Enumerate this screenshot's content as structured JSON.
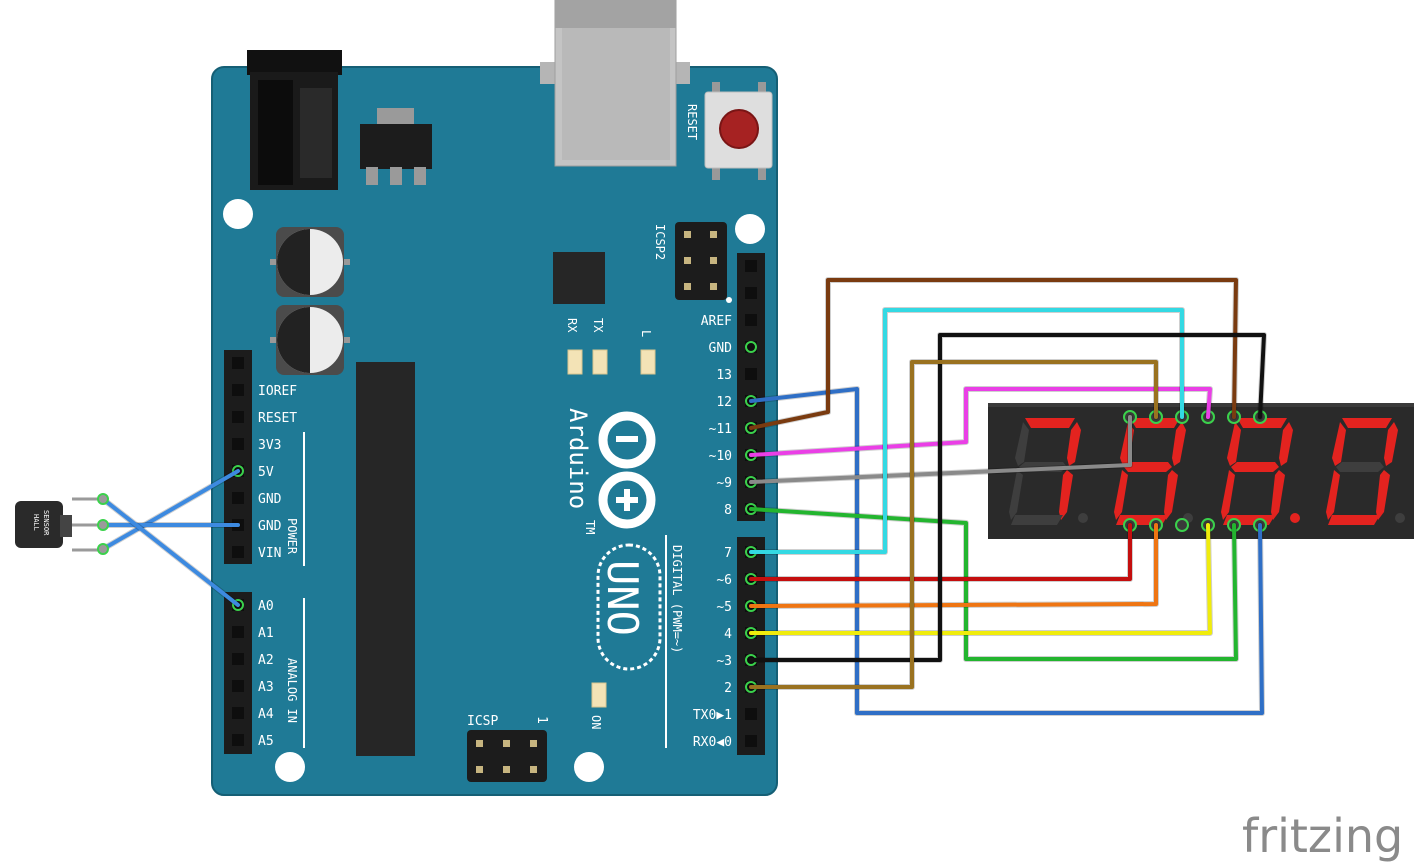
{
  "board": {
    "reset_label": "RESET",
    "icsp2_label": "ICSP2",
    "icsp_label": "ICSP",
    "icsp_pin1": "1",
    "tx_label": "TX",
    "rx_label": "RX",
    "l_label": "L",
    "on_label": "ON",
    "arduino_label": "Arduino",
    "tm_mark": "TM",
    "uno_label": "UNO",
    "power_group": "POWER",
    "analog_group": "ANALOG IN",
    "digital_group": "DIGITAL (PWM=~)",
    "power_pins": [
      "IOREF",
      "RESET",
      "3V3",
      "5V",
      "GND",
      "GND",
      "VIN"
    ],
    "analog_pins": [
      "A0",
      "A1",
      "A2",
      "A3",
      "A4",
      "A5"
    ],
    "digital_header_upper": [
      "AREF",
      "GND",
      "13",
      "12",
      "~11",
      "~10",
      "~9",
      "8"
    ],
    "digital_header_lower": [
      "7",
      "~6",
      "~5",
      "4",
      "~3",
      "2",
      "TX0▶1",
      "RX0◀0"
    ]
  },
  "sensor": {
    "label_line1": "HALL",
    "label_line2": "SENSOR"
  },
  "display": {
    "digits_shown": [
      "7",
      "8",
      "8.",
      "0"
    ],
    "segment_color": "#e3231f"
  },
  "wires": [
    {
      "from": "5V",
      "to": "sensor-pin-1",
      "color": "#3d8ae0"
    },
    {
      "from": "GND",
      "to": "sensor-pin-2",
      "color": "#3d8ae0"
    },
    {
      "from": "A0",
      "to": "sensor-pin-3",
      "color": "#3d8ae0"
    },
    {
      "from": "12",
      "to": "display",
      "color": "#2f6fc6"
    },
    {
      "from": "~11",
      "to": "display",
      "color": "#7a3b10"
    },
    {
      "from": "~10",
      "to": "display",
      "color": "#ea3fe6"
    },
    {
      "from": "~9",
      "to": "display",
      "color": "#8a8a8a"
    },
    {
      "from": "8",
      "to": "display",
      "color": "#23b52f"
    },
    {
      "from": "7",
      "to": "display",
      "color": "#33d9e3"
    },
    {
      "from": "~6",
      "to": "display",
      "color": "#c40e0e"
    },
    {
      "from": "~5",
      "to": "display",
      "color": "#ef7512"
    },
    {
      "from": "4",
      "to": "display",
      "color": "#f0ec0c"
    },
    {
      "from": "~3",
      "to": "display",
      "color": "#111111"
    },
    {
      "from": "2",
      "to": "display",
      "color": "#9a7220"
    }
  ],
  "watermark": "fritzing"
}
